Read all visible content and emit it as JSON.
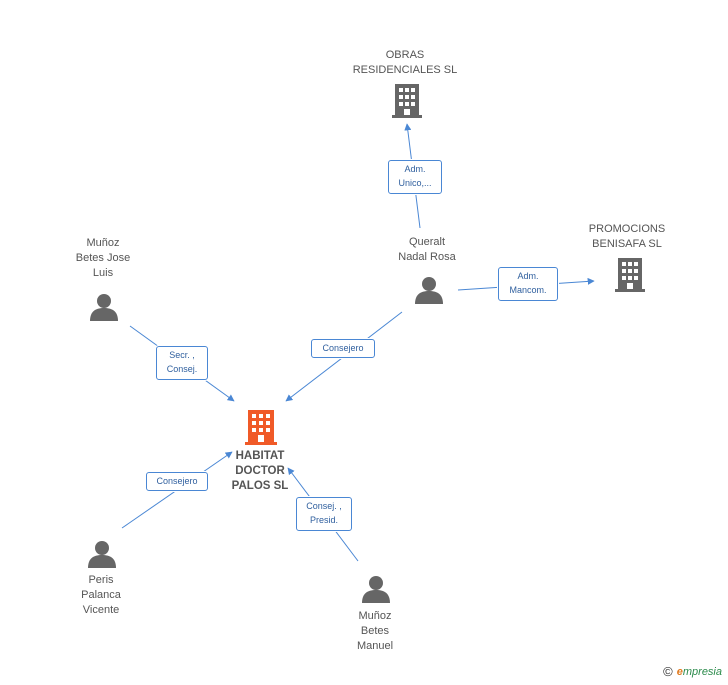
{
  "nodes": {
    "habitat": {
      "label": "HABITAT\nDOCTOR\nPALOS SL",
      "type": "company-main"
    },
    "obras": {
      "label": "OBRAS\nRESIDENCIALES SL",
      "type": "company"
    },
    "promocions": {
      "label": "PROMOCIONS\nBENISAFA SL",
      "type": "company"
    },
    "queralt": {
      "label": "Queralt\nNadal Rosa",
      "type": "person"
    },
    "munoz_jose": {
      "label": "Muñoz\nBetes Jose\nLuis",
      "type": "person"
    },
    "peris": {
      "label": "Peris\nPalanca\nVicente",
      "type": "person"
    },
    "munoz_manuel": {
      "label": "Muñoz\nBetes\nManuel",
      "type": "person"
    }
  },
  "edges": {
    "queralt_obras": "Adm.\nUnico,...",
    "queralt_promocions": "Adm.\nMancom.",
    "queralt_habitat": "Consejero",
    "munozjose_habitat": "Secr. ,\nConsej.",
    "peris_habitat": "Consejero",
    "munozmanuel_habitat": "Consej. ,\nPresid."
  },
  "footer": {
    "copyright": "©",
    "brand_initial": "e",
    "brand_rest": "mpresia"
  },
  "colors": {
    "main_company": "#f05a28",
    "company": "#666666",
    "person": "#666666",
    "edge": "#4a87d4"
  }
}
